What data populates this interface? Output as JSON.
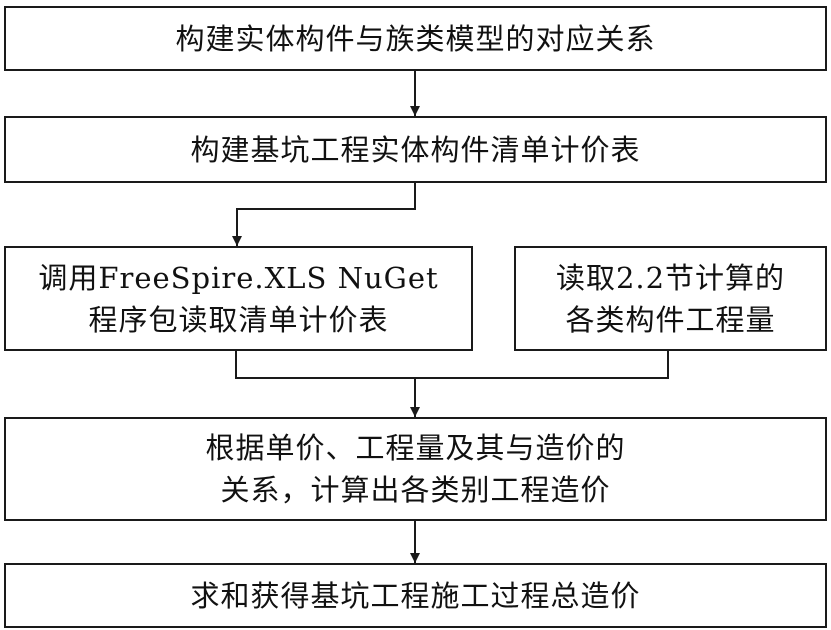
{
  "nodes": [
    {
      "id": "b1",
      "lines": [
        "构建实体构件与族类模型的对应关系"
      ]
    },
    {
      "id": "b2",
      "lines": [
        "构建基坑工程实体构件清单计价表"
      ]
    },
    {
      "id": "b3",
      "lines": [
        "调用FreeSpire.XLS NuGet",
        "程序包读取清单计价表"
      ]
    },
    {
      "id": "b4",
      "lines": [
        "读取2.2节计算的",
        "各类构件工程量"
      ]
    },
    {
      "id": "b5",
      "lines": [
        "根据单价、工程量及其与造价的",
        "关系，计算出各类别工程造价"
      ]
    },
    {
      "id": "b6",
      "lines": [
        "求和获得基坑工程施工过程总造价"
      ]
    }
  ],
  "edges": [
    {
      "from": "b1",
      "to": "b2"
    },
    {
      "from": "b2",
      "to": "b3"
    },
    {
      "from": "b3",
      "to": "b5"
    },
    {
      "from": "b4",
      "to": "b5"
    },
    {
      "from": "b5",
      "to": "b6"
    }
  ],
  "colors": {
    "stroke": "#1a1a1a",
    "text": "#111111",
    "background": "#ffffff"
  }
}
